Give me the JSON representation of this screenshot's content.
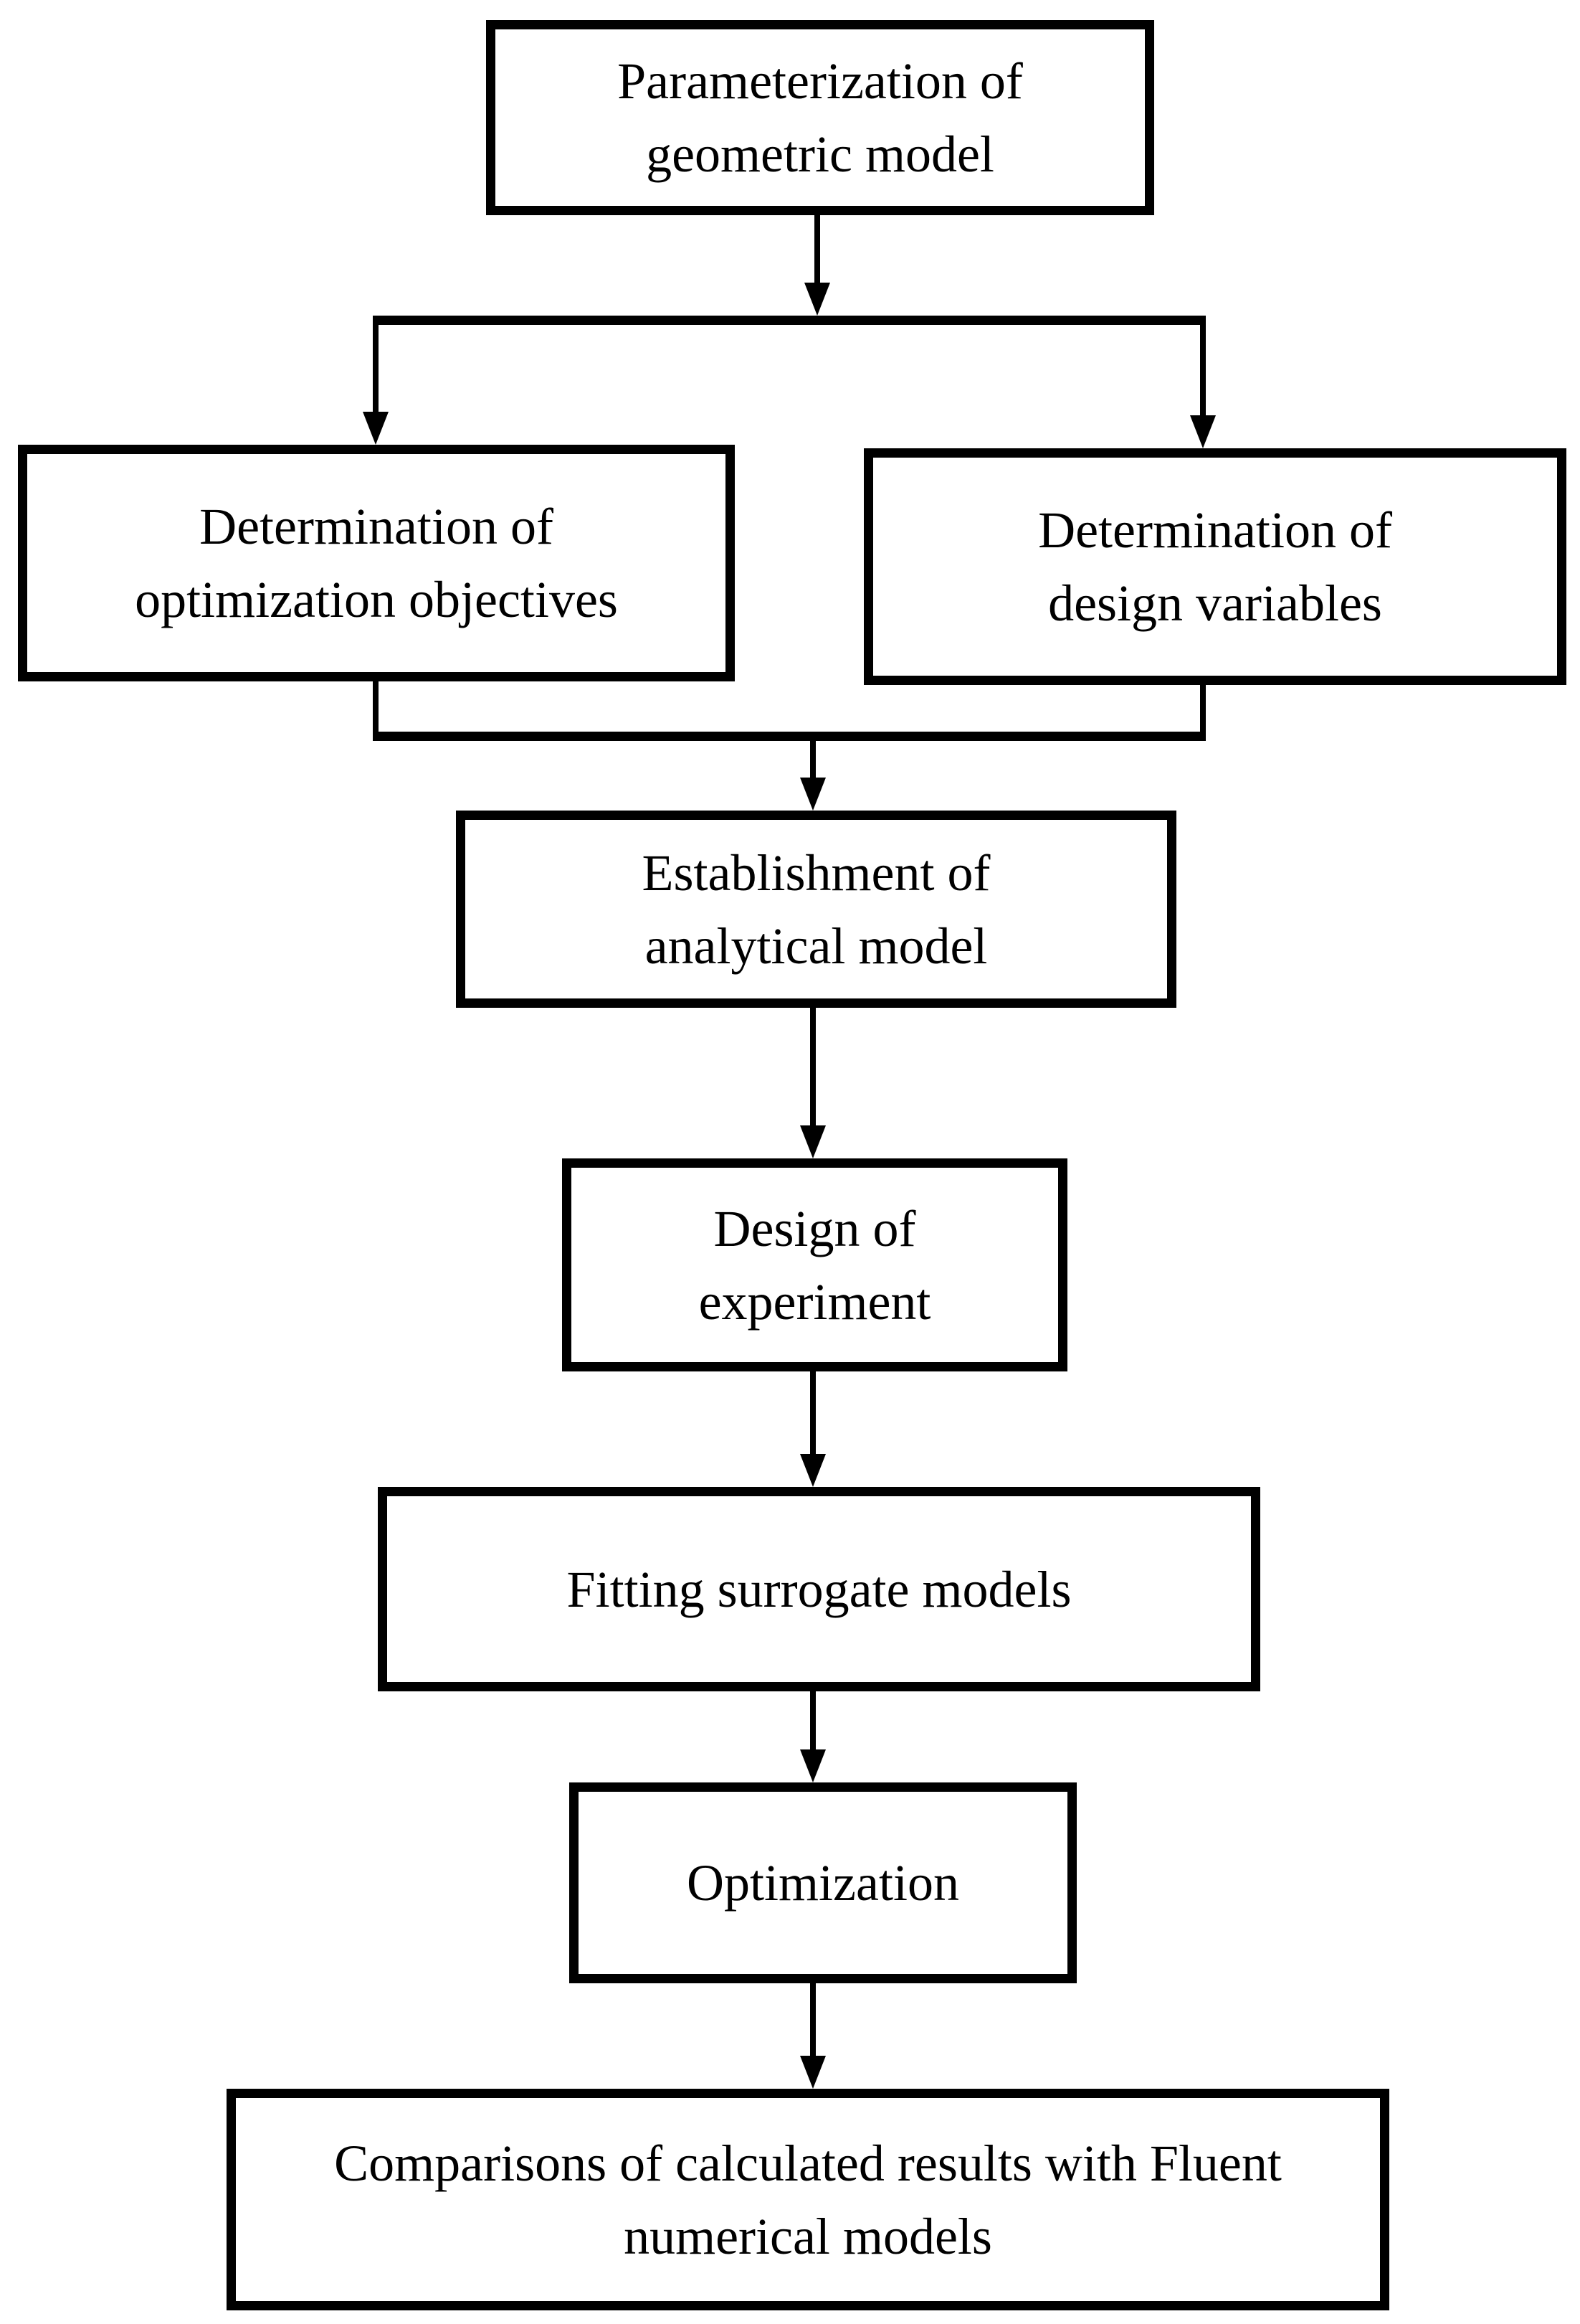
{
  "diagram": {
    "type": "flowchart",
    "colors": {
      "line": "#000000",
      "background": "#ffffff",
      "text": "#000000"
    },
    "nodes": {
      "parameterization": {
        "lines": [
          "Parameterization of",
          "geometric model"
        ]
      },
      "optimization_objectives": {
        "lines": [
          "Determination of",
          "optimization objectives"
        ]
      },
      "design_variables": {
        "lines": [
          "Determination of",
          "design variables"
        ]
      },
      "analytical_model": {
        "lines": [
          "Establishment of",
          "analytical model"
        ]
      },
      "design_of_experiment": {
        "lines": [
          "Design of",
          "experiment"
        ]
      },
      "fitting_surrogate_models": {
        "lines": [
          "Fitting surrogate models"
        ]
      },
      "optimization": {
        "lines": [
          "Optimization"
        ]
      },
      "comparisons": {
        "lines": [
          "Comparisons of calculated results with Fluent",
          "numerical models"
        ]
      }
    },
    "edges": [
      {
        "from": "parameterization",
        "to": "optimization_objectives"
      },
      {
        "from": "parameterization",
        "to": "design_variables"
      },
      {
        "from": "optimization_objectives",
        "to": "analytical_model"
      },
      {
        "from": "design_variables",
        "to": "analytical_model"
      },
      {
        "from": "analytical_model",
        "to": "design_of_experiment"
      },
      {
        "from": "design_of_experiment",
        "to": "fitting_surrogate_models"
      },
      {
        "from": "fitting_surrogate_models",
        "to": "optimization"
      },
      {
        "from": "optimization",
        "to": "comparisons"
      }
    ]
  }
}
